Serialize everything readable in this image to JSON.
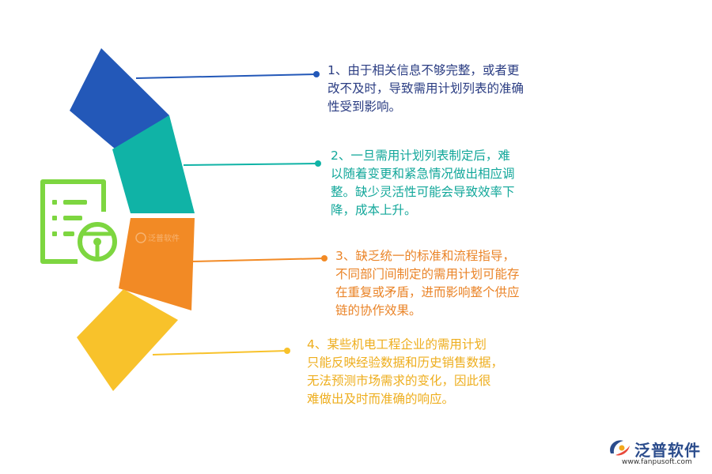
{
  "colors": {
    "item1": "#2358b8",
    "item2": "#10b3a6",
    "item3": "#f28a25",
    "item4": "#f8c22b",
    "text1": "#2a3c82",
    "text2": "#12a79a",
    "text3": "#ea8428",
    "text4": "#eeae1e",
    "icon": "#7dd640"
  },
  "items": [
    {
      "lines": [
        "1、由于相关信息不够完整，或者更",
        "改不及时，导致需用计划列表的准确",
        "性受到影响。"
      ]
    },
    {
      "lines": [
        "2、一旦需用计划列表制定后，难",
        "以随着变更和紧急情况做出相应调",
        "整。缺少灵活性可能会导致效率下",
        "降，成本上升。"
      ]
    },
    {
      "lines": [
        "3、缺乏统一的标准和流程指导，",
        "不同部门间制定的需用计划可能存",
        "在重复或矛盾，进而影响整个供应",
        "链的协作效果。"
      ]
    },
    {
      "lines": [
        "4、某些机电工程企业的需用计划",
        "只能反映经验数据和历史销售数据，",
        "无法预测市场需求的变化，因此很",
        "难做出及时而准确的响应。"
      ]
    }
  ],
  "brand": {
    "name": "泛普软件",
    "url": "www.fanpusoft.com"
  },
  "watermark": {
    "name": "泛普软件"
  },
  "icons": {
    "main": "checklist-steering-wheel-icon",
    "brand": "fanpu-logo-icon"
  }
}
